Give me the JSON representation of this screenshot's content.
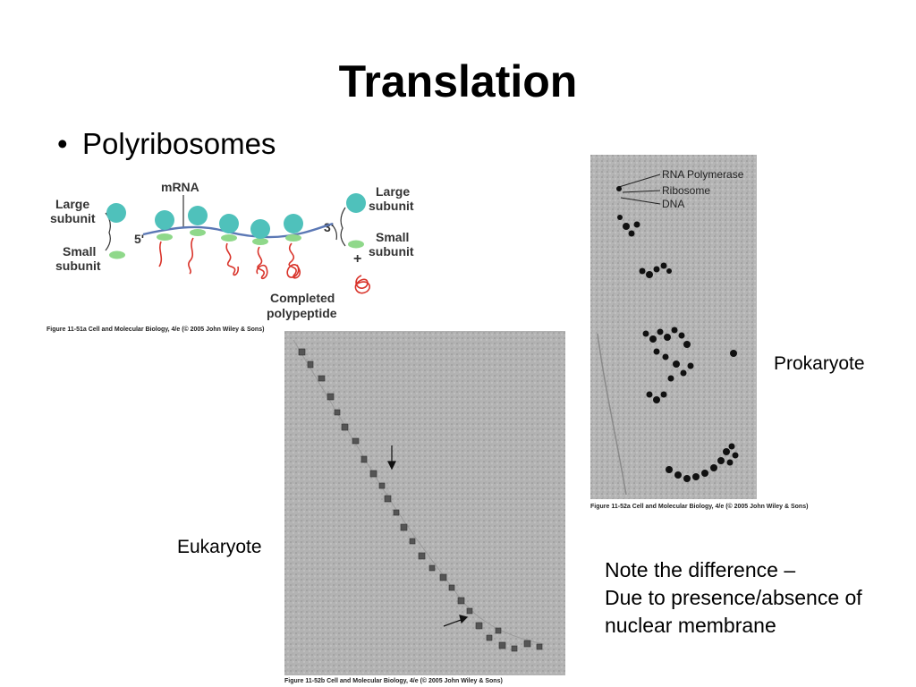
{
  "slide": {
    "title": "Translation",
    "bullet": "Polyribosomes"
  },
  "diagram": {
    "labels": {
      "large_subunit_left_1": "Large",
      "large_subunit_left_2": "subunit",
      "small_subunit_left_1": "Small",
      "small_subunit_left_2": "subunit",
      "mrna": "mRNA",
      "five_prime": "5'",
      "three_prime": "3'",
      "large_subunit_right_1": "Large",
      "large_subunit_right_2": "subunit",
      "small_subunit_right_1": "Small",
      "small_subunit_right_2": "subunit",
      "plus": "+",
      "completed_1": "Completed",
      "completed_2": "polypeptide"
    },
    "caption": "Figure 11-51a  Cell and Molecular Biology, 4/e (© 2005 John Wiley & Sons)",
    "colors": {
      "ribosome_large": "#4fc1bb",
      "ribosome_small": "#8fd88a",
      "mrna": "#5b78b5",
      "polypeptide": "#d9342b"
    }
  },
  "prokaryote_micrograph": {
    "labels": {
      "rna_polymerase": "RNA Polymerase",
      "ribosome": "Ribosome",
      "dna": "DNA"
    },
    "caption": "Figure 11-52a  Cell and Molecular Biology, 4/e (© 2005 John Wiley & Sons)",
    "side_label": "Prokaryote"
  },
  "eukaryote_micrograph": {
    "caption": "Figure 11-52b  Cell and Molecular Biology, 4/e (© 2005 John Wiley & Sons)",
    "side_label": "Eukaryote"
  },
  "note": {
    "line1": "Note the difference –",
    "line2": "Due to presence/absence of",
    "line3": "nuclear membrane"
  }
}
